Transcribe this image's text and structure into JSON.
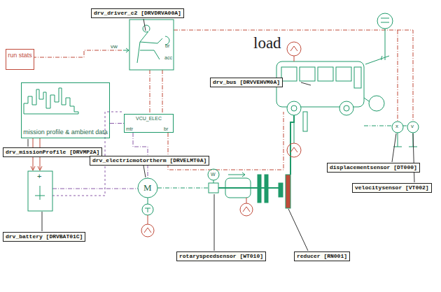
{
  "diagram": {
    "nodes": [
      {
        "text": [
          "drv_driver_c2 [DRVDRVA00A]"
        ]
      },
      {
        "text": [
          "run stats"
        ]
      },
      {
        "text": [
          "drv_bus [DRVVEHVM0A]"
        ]
      },
      {
        "text": [
          "mission profile & ambient data"
        ]
      },
      {
        "text": [
          "VCU_ELEC"
        ]
      },
      {
        "text": [
          "drv_missionProfile [DRVMP2A]"
        ]
      },
      {
        "text": [
          "drv_electricmotortherm [DRVELMT0A]"
        ]
      },
      {
        "text": [
          "displacementsensor [DT000]"
        ]
      },
      {
        "text": [
          "velocitysensor [VT002]"
        ]
      },
      {
        "text": [
          "drv_battery [DRVBAT01C]"
        ]
      },
      {
        "text": [
          "rotaryspeedsensor [WT010]"
        ]
      },
      {
        "text": [
          "reducer [RN001]"
        ]
      }
    ],
    "edges": [
      {
        "from": 3,
        "to": 4,
        "arrow": "none"
      }
    ],
    "labels": [
      "load",
      "vw",
      "br",
      "acc",
      "mtr",
      "br",
      "M",
      "W",
      "+",
      "x",
      "v"
    ]
  }
}
